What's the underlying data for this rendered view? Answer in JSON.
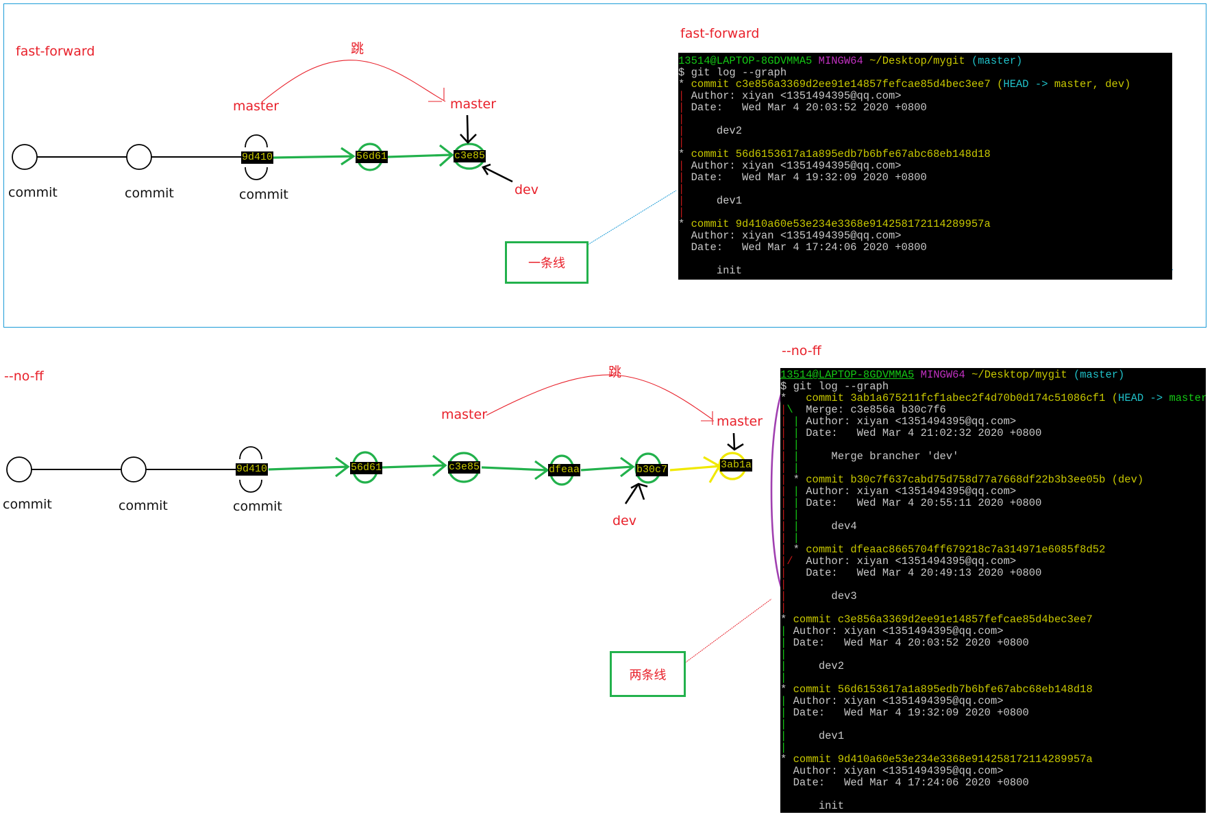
{
  "colors": {
    "panel_border": "#1a9bd7",
    "annotation_red": "#e8202a",
    "fastforward_green": "#22b14c",
    "merge_yellow": "#f0e800",
    "ellipse_purple": "#a040b0",
    "terminal_bg": "#000000"
  },
  "top_panel": {
    "title": "fast-forward",
    "jump_label": "跳",
    "master_from_label": "master",
    "master_to_label": "master",
    "dev_label": "dev",
    "commit_labels": [
      "commit",
      "commit",
      "commit"
    ],
    "nodes": [
      "9d410",
      "56d61",
      "c3e85"
    ],
    "box_label": "一条线",
    "terminal_title": "fast-forward",
    "terminal": {
      "prompt_user": "13514@LAPTOP-8GDVMMA5",
      "prompt_env": "MINGW64",
      "prompt_path": "~/Desktop/mygit",
      "prompt_branch": "(master)",
      "command": "$ git log --graph",
      "commits": [
        {
          "hash": "commit c3e856a3369d2ee91e14857fefcae85d4bec3ee7",
          "refs_open": "(",
          "head": "HEAD ->",
          "refs": " master, dev)",
          "author": "Author: xiyan <1351494395@qq.com>",
          "date": "Date:   Wed Mar 4 20:03:52 2020 +0800",
          "message": "    dev2"
        },
        {
          "hash": "commit 56d6153617a1a895edb7b6bfe67abc68eb148d18",
          "author": "Author: xiyan <1351494395@qq.com>",
          "date": "Date:   Wed Mar 4 19:32:09 2020 +0800",
          "message": "    dev1"
        },
        {
          "hash": "commit 9d410a60e53e234e3368e914258172114289957a",
          "author": "Author: xiyan <1351494395@qq.com>",
          "date": "Date:   Wed Mar 4 17:24:06 2020 +0800",
          "message": "    init"
        }
      ]
    }
  },
  "bottom_panel": {
    "title": "--no-ff",
    "jump_label": "跳",
    "master_from_label": "master",
    "master_to_label": "master",
    "dev_label": "dev",
    "commit_labels": [
      "commit",
      "commit",
      "commit"
    ],
    "nodes": [
      "9d410",
      "56d61",
      "c3e85",
      "dfeaa",
      "b30c7",
      "3ab1a"
    ],
    "box_label": "两条线",
    "terminal_title": "--no-ff",
    "terminal": {
      "prompt_user": "13514@LAPTOP-8GDVMMA5",
      "prompt_env": "MINGW64",
      "prompt_path": "~/Desktop/mygit",
      "prompt_branch": "(master)",
      "command": "$ git log --graph",
      "merge_commit": {
        "hash": "commit 3ab1a675211fcf1abec2f4d70b0d174c51086cf1",
        "head": "HEAD ->",
        "refs": " master)",
        "merge": "Merge: c3e856a b30c7f6",
        "author": "Author: xiyan <1351494395@qq.com>",
        "date": "Date:   Wed Mar 4 21:02:32 2020 +0800",
        "message": "    Merge brancher 'dev'"
      },
      "branch_commits": [
        {
          "hash": "commit b30c7f637cabd75d758d77a7668df22b3b3ee05b",
          "refs": "(dev)",
          "author": "Author: xiyan <1351494395@qq.com>",
          "date": "Date:   Wed Mar 4 20:55:11 2020 +0800",
          "message": "    dev4"
        },
        {
          "hash": "commit dfeaac8665704ff679218c7a314971e6085f8d52",
          "author": "Author: xiyan <1351494395@qq.com>",
          "date": "Date:   Wed Mar 4 20:49:13 2020 +0800",
          "message": "    dev3"
        }
      ],
      "main_commits": [
        {
          "hash": "commit c3e856a3369d2ee91e14857fefcae85d4bec3ee7",
          "author": "Author: xiyan <1351494395@qq.com>",
          "date": "Date:   Wed Mar 4 20:03:52 2020 +0800",
          "message": "    dev2"
        },
        {
          "hash": "commit 56d6153617a1a895edb7b6bfe67abc68eb148d18",
          "author": "Author: xiyan <1351494395@qq.com>",
          "date": "Date:   Wed Mar 4 19:32:09 2020 +0800",
          "message": "    dev1"
        },
        {
          "hash": "commit 9d410a60e53e234e3368e914258172114289957a",
          "author": "Author: xiyan <1351494395@qq.com>",
          "date": "Date:   Wed Mar 4 17:24:06 2020 +0800",
          "message": "    init"
        }
      ]
    }
  }
}
